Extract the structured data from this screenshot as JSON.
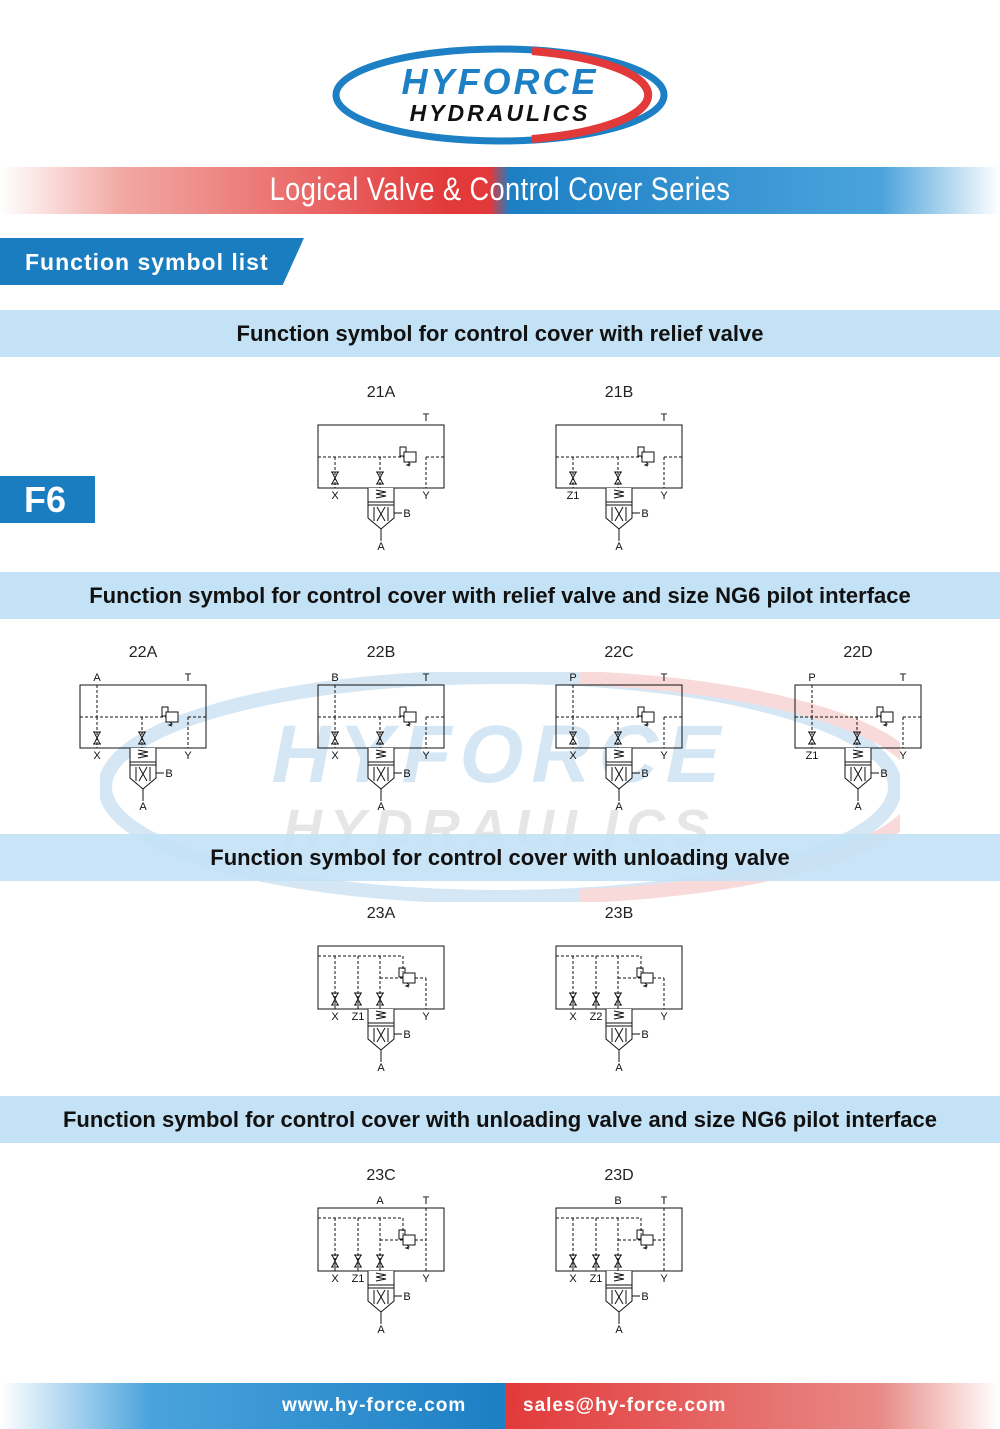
{
  "logo": {
    "line1": "HYFORCE",
    "line2": "HYDRAULICS"
  },
  "banner": {
    "title": "Logical Valve & Control Cover Series"
  },
  "tab": {
    "label": "Function symbol list"
  },
  "page_badge": "F6",
  "sections": [
    {
      "title": "Function  symbol  for  control  cover with relief valve"
    },
    {
      "title": "Function symbol for control cover with relief valve and size NG6 pilot interface"
    },
    {
      "title": "Function symbol for control cover with unloading valve"
    },
    {
      "title": "Function symbol for control cover with unloading valve and size NG6 pilot interface"
    }
  ],
  "symbols": [
    {
      "code": "21A",
      "type": "relief",
      "top": "",
      "bottom": [
        "X"
      ],
      "T": "T",
      "Y": "Y",
      "A": "A",
      "B": "B"
    },
    {
      "code": "21B",
      "type": "relief",
      "top": "",
      "bottom": [
        "Z1"
      ],
      "T": "T",
      "Y": "Y",
      "A": "A",
      "B": "B"
    },
    {
      "code": "22A",
      "type": "relief",
      "top": "A",
      "bottom": [
        "X"
      ],
      "T": "T",
      "Y": "Y",
      "A": "A",
      "B": "B"
    },
    {
      "code": "22B",
      "type": "relief",
      "top": "B",
      "bottom": [
        "X"
      ],
      "T": "T",
      "Y": "Y",
      "A": "A",
      "B": "B"
    },
    {
      "code": "22C",
      "type": "relief",
      "top": "P",
      "bottom": [
        "X"
      ],
      "T": "T",
      "Y": "Y",
      "A": "A",
      "B": "B"
    },
    {
      "code": "22D",
      "type": "relief",
      "top": "P",
      "bottom": [
        "Z1"
      ],
      "T": "T",
      "Y": "Y",
      "A": "A",
      "B": "B"
    },
    {
      "code": "23A",
      "type": "unloading",
      "top": "",
      "bottom": [
        "X",
        "Z1"
      ],
      "T": "",
      "Y": "Y",
      "A": "A",
      "B": "B"
    },
    {
      "code": "23B",
      "type": "unloading",
      "top": "",
      "bottom": [
        "X",
        "Z2"
      ],
      "T": "",
      "Y": "Y",
      "A": "A",
      "B": "B"
    },
    {
      "code": "23C",
      "type": "unloading-ng6",
      "top": "A",
      "bottom": [
        "X",
        "Z1"
      ],
      "T": "T",
      "Y": "Y",
      "A": "A",
      "B": "B"
    },
    {
      "code": "23D",
      "type": "unloading-ng6",
      "top": "B",
      "bottom": [
        "X",
        "Z1"
      ],
      "T": "T",
      "Y": "Y",
      "A": "A",
      "B": "B"
    }
  ],
  "footer": {
    "website": "www.hy-force.com",
    "email": "sales@hy-force.com"
  },
  "colors": {
    "blue": "#1a7dc0",
    "red": "#e2393a",
    "light_blue": "#c4e2f5"
  }
}
